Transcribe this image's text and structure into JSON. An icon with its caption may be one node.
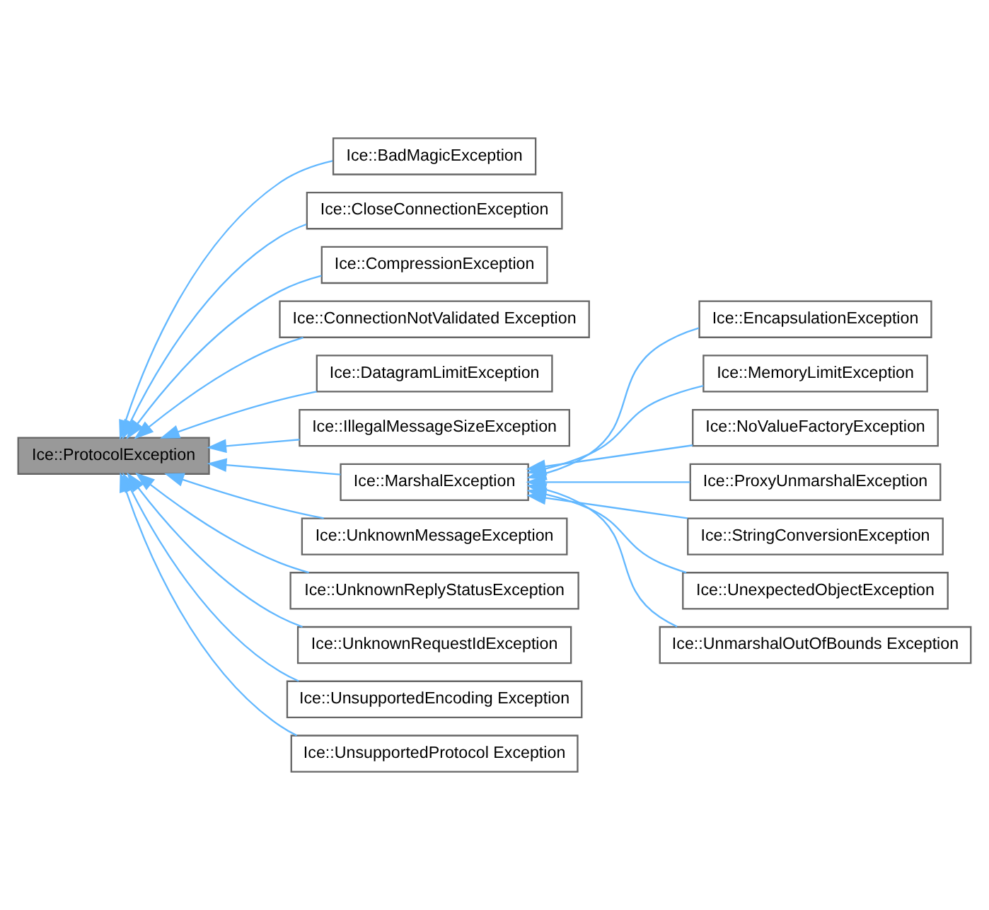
{
  "diagram": {
    "nodes": [
      {
        "text": [
          "Ice::ProtocolException"
        ]
      },
      {
        "text": [
          "Ice::BadMagicException"
        ]
      },
      {
        "text": [
          "Ice::CloseConnectionException"
        ]
      },
      {
        "text": [
          "Ice::CompressionException"
        ]
      },
      {
        "text": [
          "Ice::ConnectionNotValidated Exception"
        ]
      },
      {
        "text": [
          "Ice::DatagramLimitException"
        ]
      },
      {
        "text": [
          "Ice::IllegalMessageSizeException"
        ]
      },
      {
        "text": [
          "Ice::MarshalException"
        ]
      },
      {
        "text": [
          "Ice::UnknownMessageException"
        ]
      },
      {
        "text": [
          "Ice::UnknownReplyStatusException"
        ]
      },
      {
        "text": [
          "Ice::UnknownRequestIdException"
        ]
      },
      {
        "text": [
          "Ice::UnsupportedEncoding Exception"
        ]
      },
      {
        "text": [
          "Ice::UnsupportedProtocol Exception"
        ]
      },
      {
        "text": [
          "Ice::EncapsulationException"
        ]
      },
      {
        "text": [
          "Ice::MemoryLimitException"
        ]
      },
      {
        "text": [
          "Ice::NoValueFactoryException"
        ]
      },
      {
        "text": [
          "Ice::ProxyUnmarshalException"
        ]
      },
      {
        "text": [
          "Ice::StringConversionException"
        ]
      },
      {
        "text": [
          "Ice::UnexpectedObjectException"
        ]
      },
      {
        "text": [
          "Ice::UnmarshalOutOfBounds Exception"
        ]
      }
    ],
    "edges": [
      {
        "from": 1,
        "to": 0,
        "arrow": "to"
      },
      {
        "from": 2,
        "to": 0,
        "arrow": "to"
      },
      {
        "from": 3,
        "to": 0,
        "arrow": "to"
      },
      {
        "from": 4,
        "to": 0,
        "arrow": "to"
      },
      {
        "from": 5,
        "to": 0,
        "arrow": "to"
      },
      {
        "from": 6,
        "to": 0,
        "arrow": "to"
      },
      {
        "from": 7,
        "to": 0,
        "arrow": "to"
      },
      {
        "from": 8,
        "to": 0,
        "arrow": "to"
      },
      {
        "from": 9,
        "to": 0,
        "arrow": "to"
      },
      {
        "from": 10,
        "to": 0,
        "arrow": "to"
      },
      {
        "from": 11,
        "to": 0,
        "arrow": "to"
      },
      {
        "from": 12,
        "to": 0,
        "arrow": "to"
      },
      {
        "from": 13,
        "to": 7,
        "arrow": "to"
      },
      {
        "from": 14,
        "to": 7,
        "arrow": "to"
      },
      {
        "from": 15,
        "to": 7,
        "arrow": "to"
      },
      {
        "from": 16,
        "to": 7,
        "arrow": "to"
      },
      {
        "from": 17,
        "to": 7,
        "arrow": "to"
      },
      {
        "from": 18,
        "to": 7,
        "arrow": "to"
      },
      {
        "from": 19,
        "to": 7,
        "arrow": "to"
      }
    ]
  }
}
